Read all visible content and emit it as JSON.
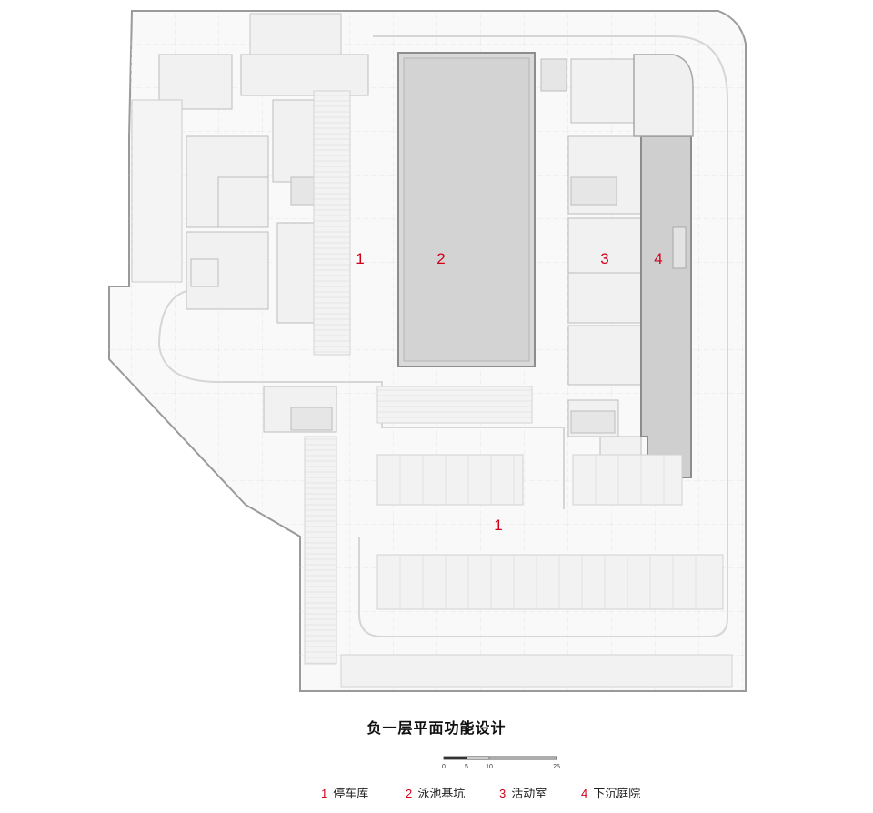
{
  "plan": {
    "labels": [
      {
        "id": "label-1-parking-north",
        "text": "1"
      },
      {
        "id": "label-2-pool-pit",
        "text": "2"
      },
      {
        "id": "label-3-activity-room",
        "text": "3"
      },
      {
        "id": "label-4-sunken-courtyard",
        "text": "4"
      },
      {
        "id": "label-1-parking-south",
        "text": "1"
      }
    ],
    "label_color": "#d0021b"
  },
  "title": "负一层平面功能设计",
  "scale_bar": {
    "ticks": [
      "0",
      "5",
      "10",
      "25"
    ]
  },
  "legend": [
    {
      "num": "1",
      "text": "停车库"
    },
    {
      "num": "2",
      "text": "泳池基坑"
    },
    {
      "num": "3",
      "text": "活动室"
    },
    {
      "num": "4",
      "text": "下沉庭院"
    }
  ]
}
